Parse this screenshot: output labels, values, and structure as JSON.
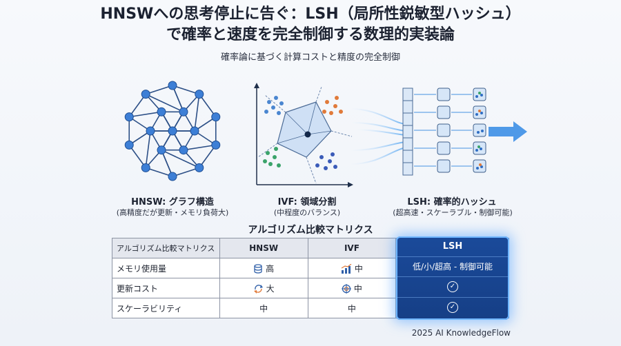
{
  "header": {
    "title_line1": "HNSWへの思考停止に告ぐ：LSH（局所性鋭敏型ハッシュ）",
    "title_line2": "で確率と速度を完全制御する数理的実装論",
    "subtitle": "確率論に基づく計算コストと精度の完全制御"
  },
  "panels": [
    {
      "title": "HNSW: グラフ構造",
      "subtitle": "(高精度だが更新・メモリ負荷大)",
      "icon": "graph-network-icon"
    },
    {
      "title": "IVF: 領域分割",
      "subtitle": "(中程度のバランス)",
      "icon": "voronoi-partition-icon"
    },
    {
      "title": "LSH: 確率的ハッシュ",
      "subtitle": "(超高速・スケーラブル・制御可能)",
      "icon": "hash-buckets-icon"
    }
  ],
  "matrix": {
    "title": "アルゴリズム比較マトリクス",
    "header": [
      "アルゴリズム比較マトリクス",
      "HNSW",
      "IVF",
      "LSH"
    ],
    "rows": [
      {
        "label": "メモリ使用量",
        "hnsw": "高",
        "hnsw_icon": "database-icon",
        "ivf": "中",
        "ivf_icon": "bar-chart-icon",
        "lsh": "低/小/超高 - 制御可能"
      },
      {
        "label": "更新コスト",
        "hnsw": "大",
        "hnsw_icon": "refresh-icon",
        "ivf": "中",
        "ivf_icon": "target-icon",
        "lsh": "✓"
      },
      {
        "label": "スケーラビリティ",
        "hnsw": "中",
        "ivf": "中",
        "lsh": "✓"
      }
    ]
  },
  "footer": "2025 AI KnowledgeFlow",
  "colors": {
    "accent": "#2f7de0",
    "lsh_bg": "#1a4a9a",
    "glow": "#6fb6ff"
  }
}
